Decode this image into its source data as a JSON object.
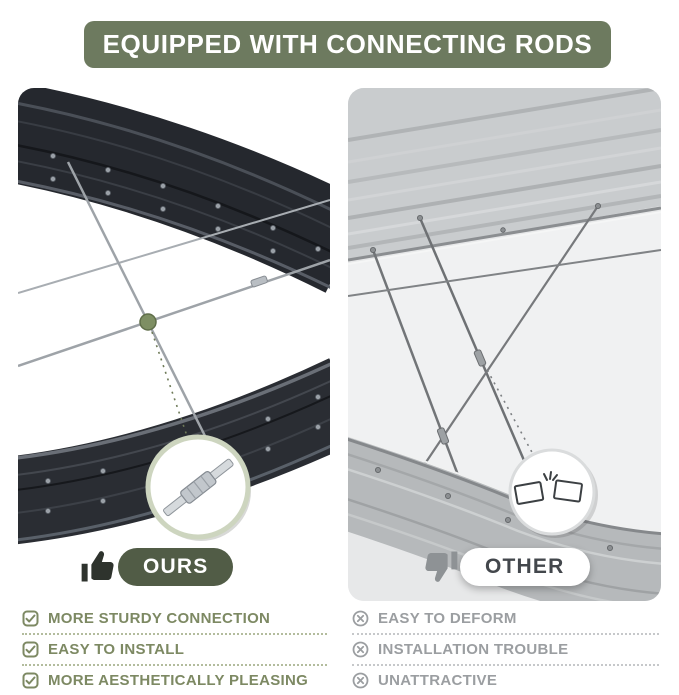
{
  "banner": {
    "title": "EQUIPPED WITH CONNECTING RODS"
  },
  "ours": {
    "badge_label": "OURS",
    "badge_icon": "thumbs-up-icon",
    "feature_icon": "check-box-icon",
    "inset_icon": "rod-connector",
    "features": [
      "MORE STURDY CONNECTION",
      "EASY TO INSTALL",
      "MORE AESTHETICALLY PLEASING"
    ]
  },
  "other": {
    "badge_label": "OTHER",
    "badge_icon": "thumbs-down-icon",
    "feature_icon": "cross-circle-icon",
    "inset_icon": "broken-rod",
    "features": [
      "EASY TO DEFORM",
      "INSTALLATION TROUBLE",
      "UNATTRACTIVE"
    ]
  },
  "colors": {
    "banner_bg": "#6d7a5f",
    "ours_badge_bg": "#515c46",
    "ours_text": "#7d8963",
    "other_text": "#9b9ea1",
    "connector_dot_green": "#7e8f63",
    "ours_product_metal": "#25282e",
    "other_product_metal": "#c9ccce"
  }
}
